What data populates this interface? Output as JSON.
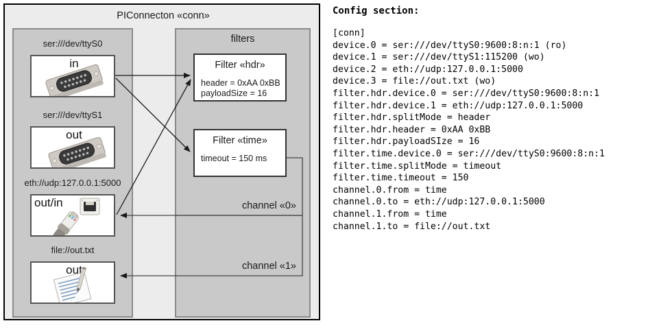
{
  "diagram": {
    "title": "PIConnecton «conn»",
    "devices_panel": {
      "items": [
        {
          "label": "ser:///dev/ttyS0",
          "direction": "in",
          "icon": "serial-port-icon"
        },
        {
          "label": "ser:///dev/ttyS1",
          "direction": "out",
          "icon": "serial-port-icon"
        },
        {
          "label": "eth://udp:127.0.0.1:5000",
          "direction": "out/in",
          "icon": "network-plug-icon"
        },
        {
          "label": "file://out.txt",
          "direction": "out",
          "icon": "text-file-icon"
        }
      ]
    },
    "filters_panel": {
      "title": "filters",
      "filters": [
        {
          "name": "Filter «hdr»",
          "attrs": [
            "header = 0xAA 0xBB",
            "payloadSize = 16"
          ]
        },
        {
          "name": "Filter «time»",
          "attrs": [
            "timeout = 150 ms"
          ]
        }
      ],
      "channels": [
        {
          "label": "channel «0»"
        },
        {
          "label": "channel «1»"
        }
      ]
    }
  },
  "config": {
    "title": "Config section:",
    "lines": [
      "[conn]",
      "device.0 = ser:///dev/ttyS0:9600:8:n:1 (ro)",
      "device.1 = ser:///dev/ttyS1:115200 (wo)",
      "device.2 = eth://udp:127.0.0.1:5000",
      "device.3 = file://out.txt (wo)",
      "filter.hdr.device.0 = ser:///dev/ttyS0:9600:8:n:1",
      "filter.hdr.device.1 = eth://udp:127.0.0.1:5000",
      "filter.hdr.splitMode = header",
      "filter.hdr.header = 0xAA 0xBB",
      "filter.hdr.payloadSIze = 16",
      "filter.time.device.0 = ser:///dev/ttyS0:9600:8:n:1",
      "filter.time.splitMode = timeout",
      "filter.time.timeout = 150",
      "channel.0.from = time",
      "channel.0.to = eth://udp:127.0.0.1:5000",
      "channel.1.from = time",
      "channel.1.to = file://out.txt"
    ]
  },
  "colors": {
    "outer_bg": "#ececec",
    "panel_bg": "#c9c9c9",
    "box_bg": "#ffffff",
    "line": "#333333",
    "border": "#000000"
  }
}
